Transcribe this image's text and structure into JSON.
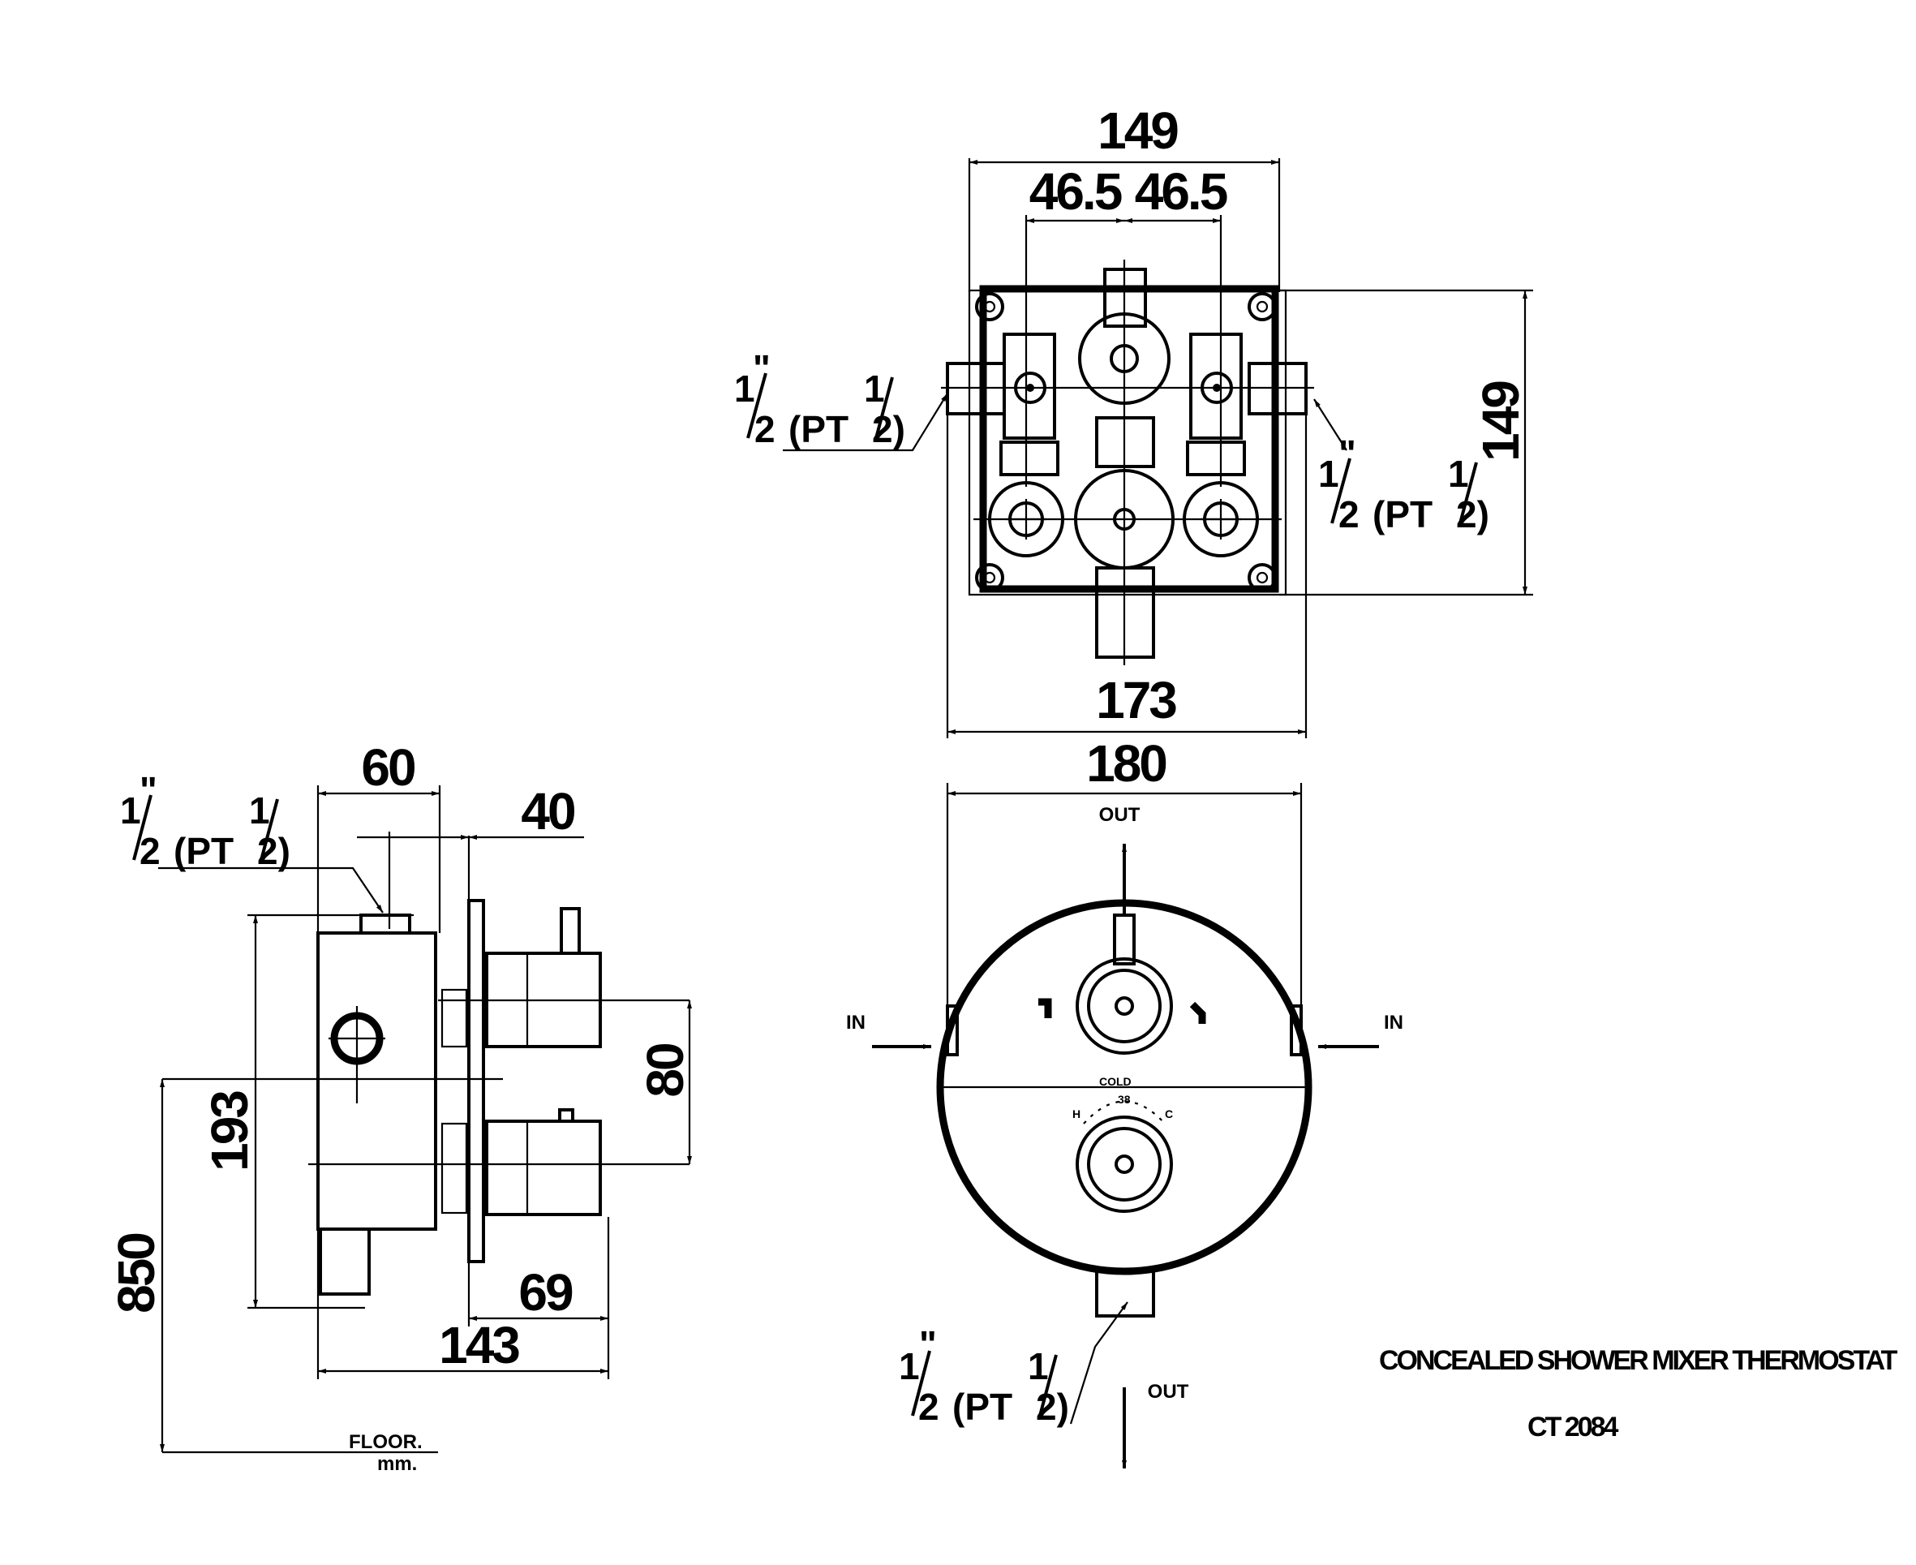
{
  "title": "CONCEALED SHOWER MIXER THERMOSTAT",
  "model": "CT 2084",
  "units": "mm.",
  "floor_label": "FLOOR.",
  "pipe_spec": {
    "num": "1",
    "sup": "\"",
    "den": "2",
    "mid": "(PT",
    "num2": "1",
    "den2": "2)"
  },
  "flow_labels": {
    "out": "OUT",
    "in": "IN"
  },
  "dimensions": {
    "top_overall_width": "149",
    "top_left_offset": "46.5",
    "top_right_offset": "46.5",
    "top_height": "149",
    "top_box_width": "173",
    "front_plate_width": "180",
    "side_depth_60": "60",
    "side_depth_40": "40",
    "side_height_193": "193",
    "side_handle_spacing": "80",
    "side_floor_height": "850",
    "side_handle_depth": "69",
    "side_total_depth": "143"
  },
  "dial": {
    "cold": "COLD",
    "mid": "38",
    "left": "H",
    "right": "C"
  }
}
